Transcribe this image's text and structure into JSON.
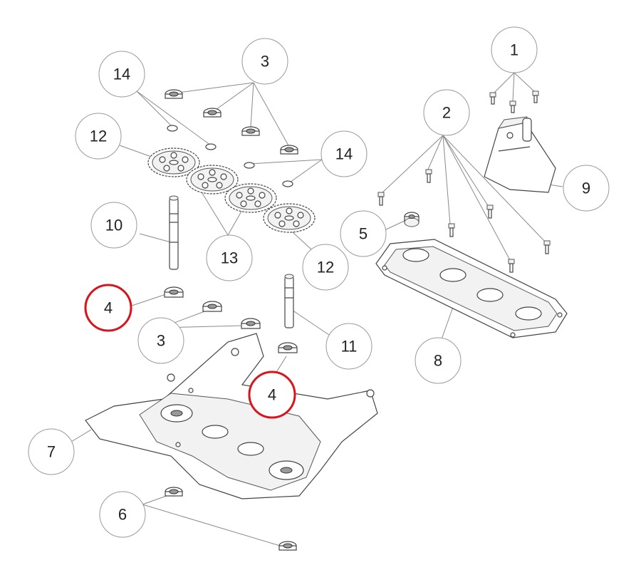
{
  "callouts": [
    {
      "id": "c1",
      "label": "1",
      "highlight": false
    },
    {
      "id": "c2",
      "label": "2",
      "highlight": false
    },
    {
      "id": "c3a",
      "label": "3",
      "highlight": false
    },
    {
      "id": "c14a",
      "label": "14",
      "highlight": false
    },
    {
      "id": "c12a",
      "label": "12",
      "highlight": false
    },
    {
      "id": "c14b",
      "label": "14",
      "highlight": false
    },
    {
      "id": "c9",
      "label": "9",
      "highlight": false
    },
    {
      "id": "c5",
      "label": "5",
      "highlight": false
    },
    {
      "id": "c10",
      "label": "10",
      "highlight": false
    },
    {
      "id": "c13",
      "label": "13",
      "highlight": false
    },
    {
      "id": "c12b",
      "label": "12",
      "highlight": false
    },
    {
      "id": "c4a",
      "label": "4",
      "highlight": true
    },
    {
      "id": "c3b",
      "label": "3",
      "highlight": false
    },
    {
      "id": "c11",
      "label": "11",
      "highlight": false
    },
    {
      "id": "c8",
      "label": "8",
      "highlight": false
    },
    {
      "id": "c4b",
      "label": "4",
      "highlight": true
    },
    {
      "id": "c7",
      "label": "7",
      "highlight": false
    },
    {
      "id": "c6",
      "label": "6",
      "highlight": false
    }
  ],
  "colors": {
    "highlight": "#d8151c",
    "outline": "#9a9a9a",
    "text": "#222222"
  }
}
